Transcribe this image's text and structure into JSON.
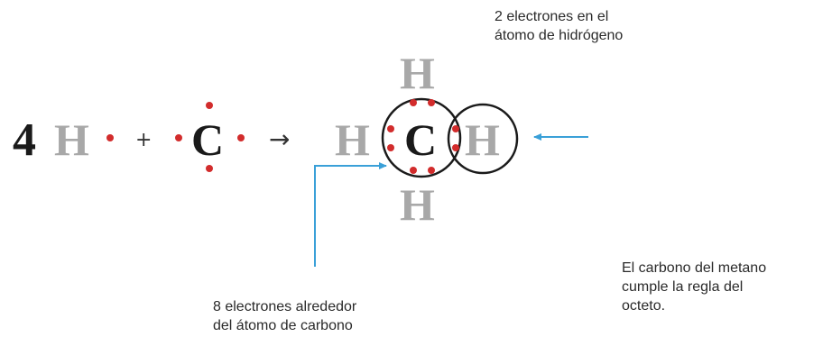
{
  "equation": {
    "coefficient": "4",
    "hydrogen_symbol": "H",
    "carbon_symbol": "C",
    "plus": "+",
    "arrow": "→"
  },
  "annotations": {
    "hydrogen_electrons": [
      "2 electrones en el",
      "átomo de hidrógeno"
    ],
    "carbon_electrons": [
      "8 electrones alrededor",
      "del átomo de carbono"
    ],
    "octet_note": [
      "El carbono del metano",
      "cumple la regla del",
      "octeto."
    ]
  },
  "colors": {
    "electron_dot": "#d22c2c",
    "callout_line": "#3aa0d8",
    "hydrogen_symbol": "#a8a8a8",
    "carbon_symbol": "#1a1a1a"
  }
}
